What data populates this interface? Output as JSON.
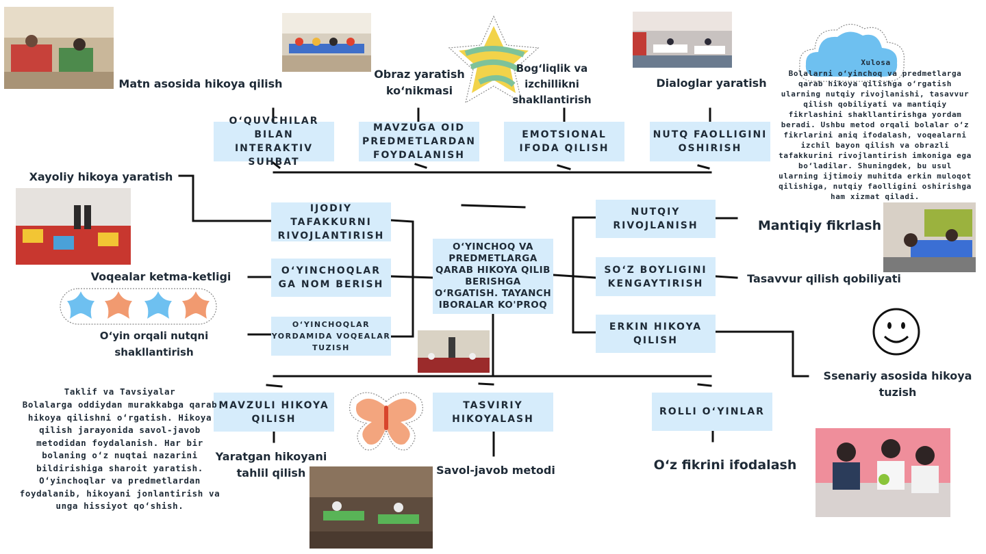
{
  "center": "O‘YINCHOQ VA PREDMETLARGA QARAB HIKOYA QILIB BERISHGA O‘RGATISH. TAYANCH IBORALAR KO'PROQ",
  "top_boxes": [
    "O‘QUVCHILAR BILAN INTERAKTIV SUHBAT",
    "MAVZUGA OID PREDMETLARDAN FOYDALANISH",
    "EMOTSIONAL IFODA QILISH",
    "NUTQ FAOLLIGINI OSHIRISH"
  ],
  "top_labels": [
    "Matn asosida hikoya qilish",
    "Obraz yaratish ko‘nikmasi",
    "Bog‘liqlik va izchillikni shakllantirish",
    "Dialoglar yaratish"
  ],
  "left_boxes": [
    "IJODIY TAFAKKURNI RIVOJLANTIRISH",
    "O‘YINCHOQLAR GA NOM BERISH",
    "O‘YINCHOQLAR YORDAMIDA VOQEALAR TUZISH"
  ],
  "left_labels": [
    "Xayoliy hikoya yaratish",
    "Voqealar ketma-ketligi",
    "O‘yin orqali nutqni shakllantirish"
  ],
  "right_boxes": [
    "NUTQIY RIVOJLANISH",
    "SO‘Z BOYLIGINI KENGAYTIRISH",
    "ERKIN HIKOYA QILISH"
  ],
  "right_labels": [
    "Mantiqiy fikrlash",
    "Tasavvur qilish qobiliyati",
    "Ssenariy asosida hikoya tuzish"
  ],
  "bottom_boxes": [
    "MAVZULI HIKOYA QILISH",
    "TASVIRIY HIKOYALASH",
    "ROLLI O‘YINLAR"
  ],
  "bottom_labels": [
    "Yaratgan hikoyani tahlil qilish",
    "Savol-javob metodi",
    "O‘z fikrini ifodalash"
  ],
  "conclusion": {
    "title": "Xulosa",
    "text": "Bolalarni o‘yinchoq va predmetlarga qarab hikoya qilishga o‘rgatish ularning nutqiy rivojlanishi, tasavvur qilish qobiliyati va mantiqiy fikrlashini shakllantirishga yordam beradi. Ushbu metod orqali bolalar o‘z fikrlarini aniq ifodalash, voqealarni izchil bayon qilish va obrazli tafakkurini rivojlantirish imkoniga ega bo‘ladilar. Shuningdek, bu usul ularning ijtimoiy muhitda erkin muloqot qilishiga, nutqiy faolligini oshirishga ham xizmat qiladi."
  },
  "recommendations": {
    "title": "Taklif va Tavsiyalar",
    "text": "Bolalarga oddiydan murakkabga qarab hikoya qilishni o‘rgatish. Hikoya qilish jarayonida savol-javob metodidan foydalanish. Har bir bolaning o‘z nuqtai nazarini bildirishiga sharoit yaratish. O‘yinchoqlar va predmetlardan foydalanib, hikoyani jonlantirish va unga hissiyot qo‘shish."
  },
  "colors": {
    "box_fill": "#d6ecfb",
    "line": "#111111",
    "cloud": "#6ec0f0",
    "star_yellow": "#f2d34a",
    "star_stripe": "#7ec29a",
    "small_star_blue": "#6ec0f0",
    "small_star_orange": "#f19a70",
    "butterfly": "#f3a57e"
  },
  "decorations": [
    "classroom-photo",
    "star-sticker",
    "cloud-sticker",
    "smiley-face",
    "butterfly-sticker",
    "stars-sticker"
  ]
}
